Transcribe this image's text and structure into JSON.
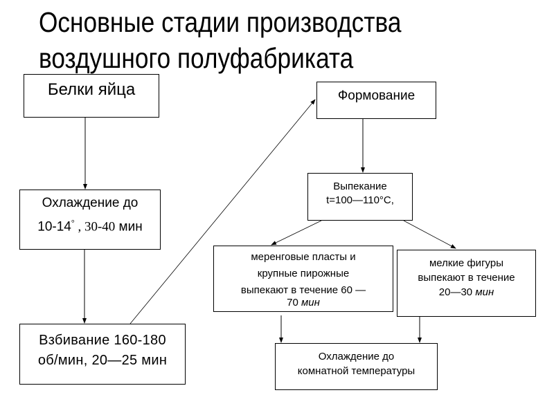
{
  "title": {
    "line1": "Основные стадии производства",
    "line2": "воздушного полуфабриката"
  },
  "nodes": {
    "egg_whites": {
      "label": "Белки яйца"
    },
    "cooling": {
      "line1": "Охлаждение до",
      "line2_prefix": "10-14",
      "degree": "°",
      "line2_sep": " , ",
      "line2_time": "30-40",
      "line2_unit": " мин"
    },
    "whipping": {
      "line1": "Взбивание 160-180",
      "line2": "об/мин, 20—25 мин"
    },
    "forming": {
      "label": "Формование"
    },
    "baking": {
      "line1": "Выпекание",
      "line2": "t=100—110°C,"
    },
    "meringue_layers": {
      "line1": "меренговые пласты и",
      "line2": "крупные пирожные",
      "line3": "выпекают в течение 60 —",
      "line4_num": "70 ",
      "line4_unit": "мин"
    },
    "small_shapes": {
      "line1": "мелкие фигуры",
      "line2": "выпекают в течение",
      "line3_num": "20—30 ",
      "line3_unit": "мин"
    },
    "room_cooling": {
      "line1": "Охлаждение до",
      "line2": "комнатной температуры"
    }
  },
  "edges": [
    {
      "from": "egg_whites",
      "to": "cooling"
    },
    {
      "from": "cooling",
      "to": "whipping"
    },
    {
      "from": "whipping",
      "to": "forming"
    },
    {
      "from": "forming",
      "to": "baking"
    },
    {
      "from": "baking",
      "to": "meringue_layers"
    },
    {
      "from": "baking",
      "to": "small_shapes"
    },
    {
      "from": "meringue_layers",
      "to": "room_cooling"
    },
    {
      "from": "small_shapes",
      "to": "room_cooling"
    }
  ]
}
